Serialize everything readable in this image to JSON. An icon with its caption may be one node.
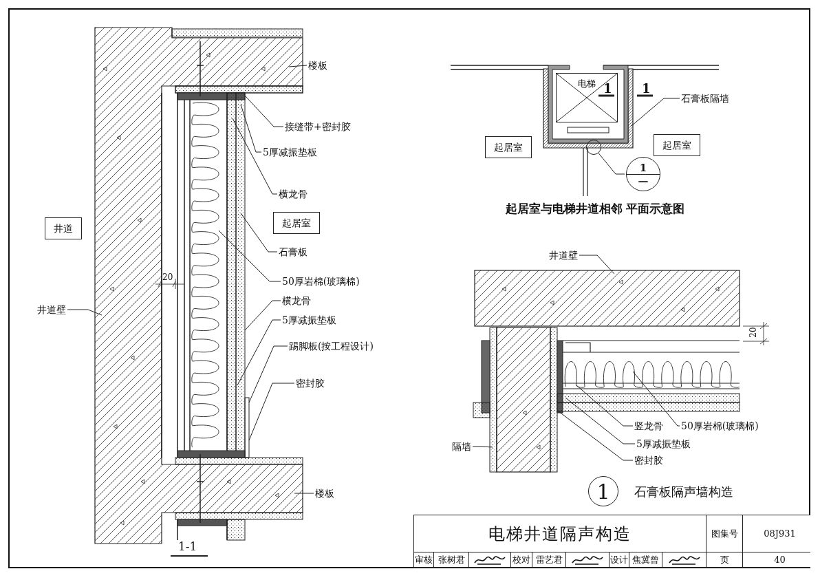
{
  "diagram": {
    "nodes": [
      {
        "text": [
          "井道"
        ]
      },
      {
        "text": [
          "起居室"
        ]
      },
      {
        "text": [
          "楼板"
        ]
      },
      {
        "text": [
          "接缝带+密封胶"
        ]
      },
      {
        "text": [
          "5厚减振垫板"
        ]
      },
      {
        "text": [
          "横龙骨"
        ]
      },
      {
        "text": [
          "石膏板"
        ]
      },
      {
        "text": [
          "50厚岩棉(玻璃棉)"
        ]
      },
      {
        "text": [
          "横龙骨"
        ]
      },
      {
        "text": [
          "5厚减振垫板"
        ]
      },
      {
        "text": [
          "踢脚板(按工程设计)"
        ]
      },
      {
        "text": [
          "密封胶"
        ]
      },
      {
        "text": [
          "楼板"
        ]
      },
      {
        "text": [
          "井道壁"
        ]
      },
      {
        "text": [
          "电梯"
        ]
      },
      {
        "text": [
          "石膏板隔墙"
        ]
      },
      {
        "text": [
          "起居室"
        ]
      },
      {
        "text": [
          "起居室"
        ]
      },
      {
        "text": [],
        "shape": "circle"
      },
      {
        "text": [
          "1",
          "—"
        ]
      },
      {
        "text": [
          "井道壁"
        ]
      },
      {
        "text": [
          "竖龙骨"
        ]
      },
      {
        "text": [
          "50厚岩棉(玻璃棉)"
        ]
      },
      {
        "text": [
          "5厚减振垫板"
        ]
      },
      {
        "text": [
          "密封胶"
        ]
      },
      {
        "text": [
          "隔墙"
        ]
      },
      {
        "text": [
          "1"
        ],
        "beside": [
          "石膏板隔声墙构造"
        ]
      }
    ],
    "edges": [
      {
        "from": 2,
        "to": null,
        "arrow": "none"
      },
      {
        "from": 3,
        "to": null,
        "arrow": "none"
      },
      {
        "from": 4,
        "to": null,
        "arrow": "none"
      },
      {
        "from": 5,
        "to": null,
        "arrow": "none"
      },
      {
        "from": 6,
        "to": null,
        "arrow": "none"
      },
      {
        "from": 7,
        "to": null,
        "arrow": "none"
      },
      {
        "from": 8,
        "to": null,
        "arrow": "none"
      },
      {
        "from": 9,
        "to": null,
        "arrow": "none"
      },
      {
        "from": 10,
        "to": null,
        "arrow": "none"
      },
      {
        "from": 11,
        "to": null,
        "arrow": "none"
      },
      {
        "from": 12,
        "to": null,
        "arrow": "none"
      },
      {
        "from": 13,
        "to": null,
        "arrow": "none"
      },
      {
        "from": 15,
        "to": null,
        "arrow": "none"
      },
      {
        "from": 19,
        "to": 18,
        "arrow": "none"
      },
      {
        "from": 20,
        "to": null,
        "arrow": "none"
      },
      {
        "from": 21,
        "to": null,
        "arrow": "none"
      },
      {
        "from": 22,
        "to": null,
        "arrow": "none"
      },
      {
        "from": 23,
        "to": null,
        "arrow": "none"
      },
      {
        "from": 24,
        "to": null,
        "arrow": "none"
      },
      {
        "from": 25,
        "to": null,
        "arrow": "none"
      }
    ],
    "labels": [
      "20",
      "1",
      "1",
      "起居室与电梯井道相邻 平面示意图",
      "20",
      "1-1",
      "电梯井道隔声构造",
      "图集号",
      "08J931",
      "审核",
      "张树君",
      "校对",
      "雷艺君",
      "设计",
      "焦冀曾",
      "页",
      "40"
    ]
  }
}
